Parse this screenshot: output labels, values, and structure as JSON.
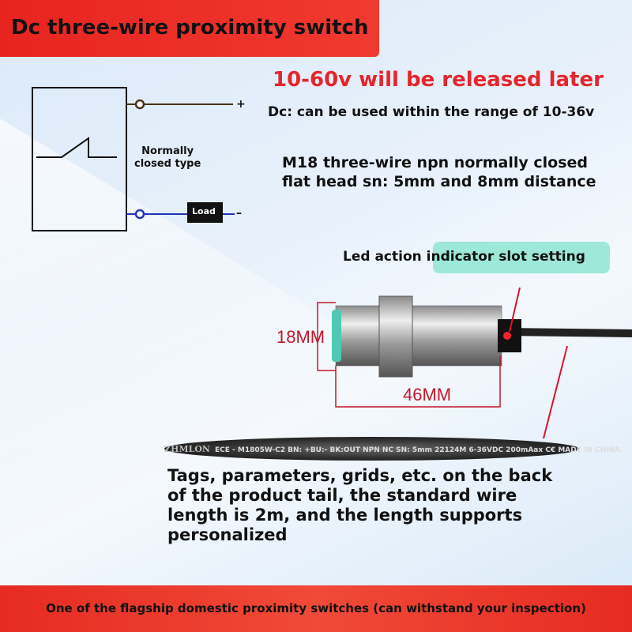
{
  "title": "Dc three-wire proximity switch",
  "headline": "10-60v will be released later",
  "dc_range": "Dc: can be used within the range of 10-36v",
  "model_desc": [
    "M18 three-wire npn normally closed",
    "flat head sn: 5mm and 8mm distance"
  ],
  "diagram": {
    "plus": "+",
    "minus": "–",
    "load": "Load",
    "type": [
      "Normally",
      "closed type"
    ]
  },
  "led_label": "Led action indicator slot setting",
  "dims": {
    "diameter": "18MM",
    "length": "46MM"
  },
  "label_strip": {
    "brand": "ZHMLON",
    "text": "ECE - M1805W-C2 BN: +BU:- BK:OUT NPN NC SN: 5mm 22124M 6-36VDC 200mAax",
    "mark": "C€",
    "origin": "MADE IN CHINA"
  },
  "tail_note": [
    "Tags, parameters, grids, etc. on the back",
    "of the product tail, the standard wire",
    "length is 2m, and the length supports",
    "personalized"
  ],
  "footer": "One of the flagship domestic proximity switches (can withstand your inspection)"
}
